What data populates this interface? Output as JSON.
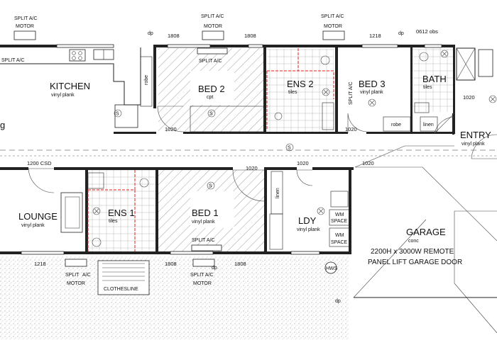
{
  "rooms": {
    "kitchen": {
      "name": "KITCHEN",
      "finish": "vinyl plank"
    },
    "bed2": {
      "name": "BED 2",
      "finish": "cpt"
    },
    "ens2": {
      "name": "ENS 2",
      "finish": "tiles"
    },
    "bed3": {
      "name": "BED 3",
      "finish": "vinyl plank"
    },
    "bath": {
      "name": "BATH",
      "finish": "tiles"
    },
    "entry": {
      "name": "ENTRY",
      "finish": "vinyl plank"
    },
    "lounge": {
      "name": "LOUNGE",
      "finish": "vinyl plank"
    },
    "ens1": {
      "name": "ENS 1",
      "finish": "tiles"
    },
    "bed1": {
      "name": "BED 1",
      "finish": "vinyl plank"
    },
    "ldy": {
      "name": "LDY",
      "finish": "vinyl plank"
    },
    "garage": {
      "name": "GARAGE",
      "finish": "conc"
    }
  },
  "garage_door": {
    "line1": "2200H x 3000W REMOTE",
    "line2": "PANEL LIFT GARAGE DOOR"
  },
  "labels": {
    "split_ac": "SPLIT A/C",
    "split": "SPLIT",
    "ac": "A/C",
    "motor": "MOTOR",
    "robe": "robe",
    "linen": "linen",
    "dp": "dp",
    "wm_space_1": "WM",
    "wm_space_2": "SPACE",
    "clothesline": "CLOTHESLINE",
    "hws": "HWS",
    "smoke": "S",
    "kitchen_partial": "g"
  },
  "dimensions": {
    "d1808": "1808",
    "d1218": "1218",
    "d0612": "0612 obs",
    "d1020": "1020",
    "d1200": "1200 CSD"
  }
}
